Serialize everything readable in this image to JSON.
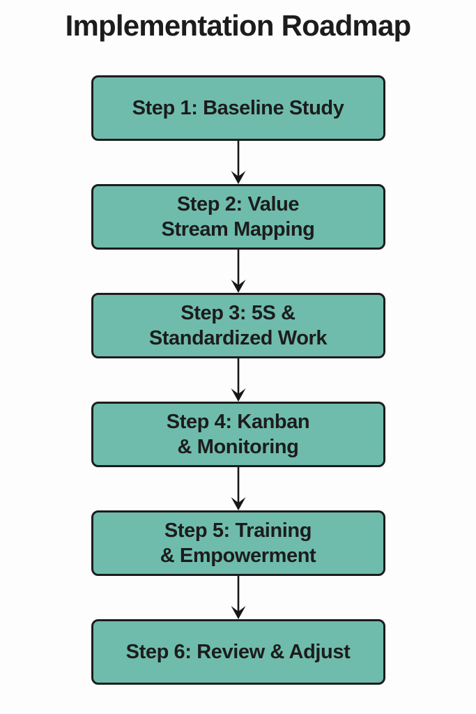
{
  "title": "Implementation Roadmap",
  "colors": {
    "background": "#fdfdfd",
    "box_fill": "#6fbcad",
    "box_border": "#1c1c1c",
    "box_text": "#1c1c1c",
    "title_text": "#1c1c1c",
    "arrow": "#161616"
  },
  "flowchart": {
    "steps": [
      {
        "lines": [
          "Step 1: Baseline Study"
        ]
      },
      {
        "lines": [
          "Step 2: Value",
          "Stream Mapping"
        ]
      },
      {
        "lines": [
          "Step 3: 5S &",
          "Standardized Work"
        ]
      },
      {
        "lines": [
          "Step 4: Kanban",
          "& Monitoring"
        ]
      },
      {
        "lines": [
          "Step 5: Training",
          "& Empowerment"
        ]
      },
      {
        "lines": [
          "Step 6: Review & Adjust"
        ]
      }
    ]
  }
}
